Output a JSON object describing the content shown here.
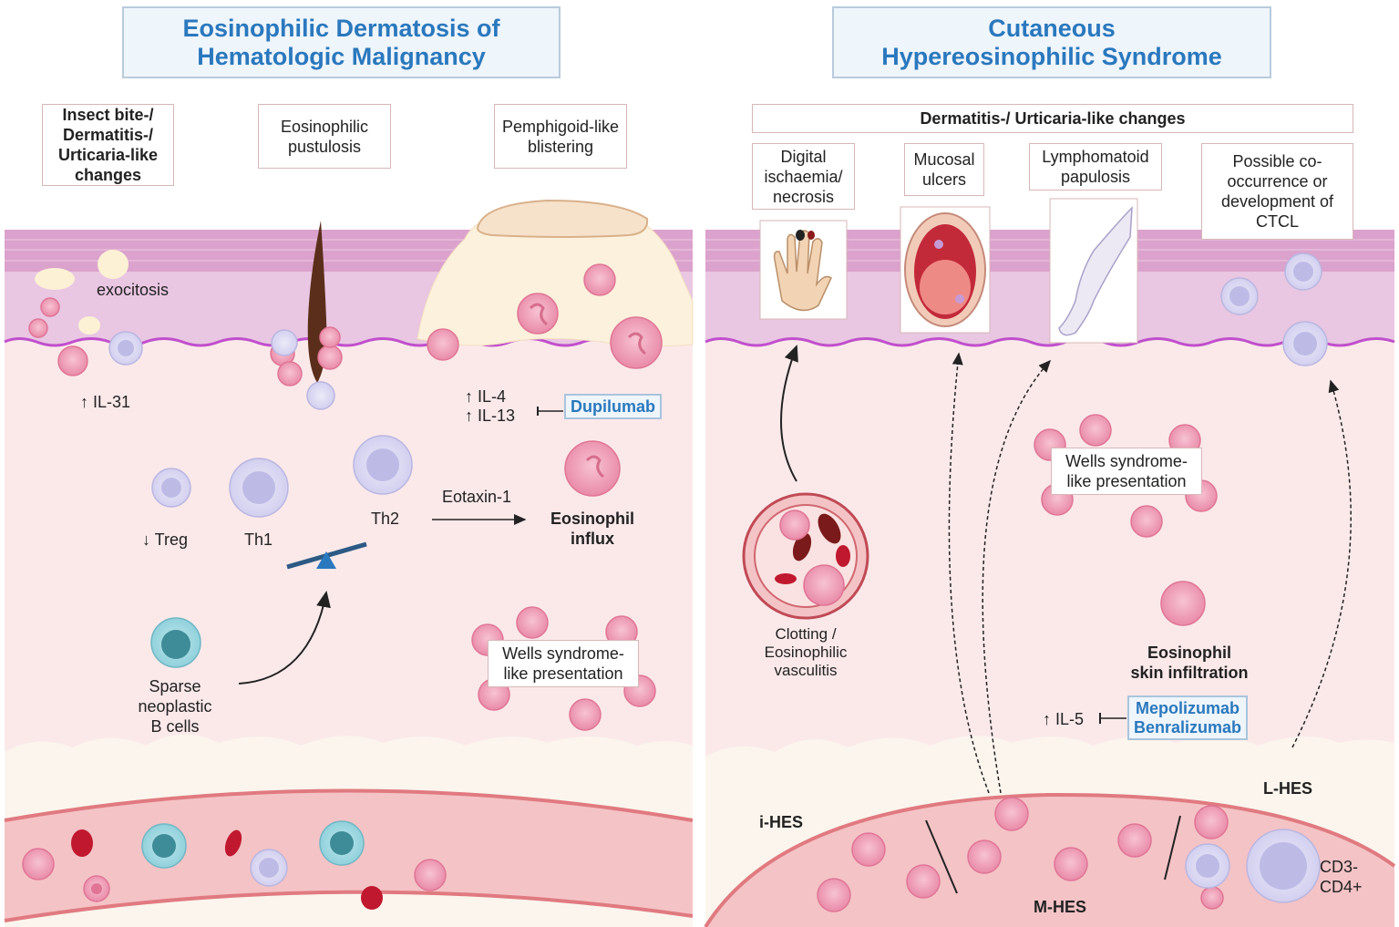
{
  "left_panel": {
    "title_line1": "Eosinophilic Dermatosis of",
    "title_line2": "Hematologic Malignancy",
    "presentations": [
      "Insect bite-/\nDermatitis-/\nUrticaria-like\nchanges",
      "Eosinophilic\npustulosis",
      "Pemphigoid-like\nblistering"
    ],
    "exocitosis": "exocitosis",
    "il31": "↑ IL-31",
    "il4": "↑ IL-4",
    "il13": "↑ IL-13",
    "drug": "Dupilumab",
    "treg": "↓ Treg",
    "th1": "Th1",
    "th2": "Th2",
    "eotaxin": "Eotaxin-1",
    "eos_influx": "Eosinophil\ninflux",
    "wells": "Wells syndrome-\nlike presentation",
    "b_cells": "Sparse\nneoplastic\nB cells"
  },
  "right_panel": {
    "title_line1": "Cutaneous",
    "title_line2": "Hypereosinophilic Syndrome",
    "dermatitis": "Dermatitis-/ Urticaria-like changes",
    "presentations": [
      "Digital\nischaemia/\nnecrosis",
      "Mucosal\nulcers",
      "Lymphomatoid\npapulosis",
      "Possible co-\noccurrence or\ndevelopment of\nCTCL"
    ],
    "clotting": "Clotting /\nEosinophilic\nvasculitis",
    "wells": "Wells syndrome-\nlike presentation",
    "eos_infiltration": "Eosinophil\nskin infiltration",
    "il5": "↑ IL-5",
    "drugs": [
      "Mepolizumab",
      "Benralizumab"
    ],
    "i_hes": "i-HES",
    "m_hes": "M-HES",
    "l_hes": "L-HES",
    "cd": "CD3-\nCD4+"
  },
  "colors": {
    "title_blue": "#2a78be",
    "epidermis": "#e9c6e2",
    "stratum": "#dba2cd",
    "dermis": "#fbe9ea",
    "subcutis": "#fbf5ed",
    "vessel": "#f4c3c6",
    "vessel_wall": "#e07a80",
    "basement": "#c04fcc",
    "eosinophil": "#e88aa6",
    "lymphocyte": "#d6d6f2"
  }
}
